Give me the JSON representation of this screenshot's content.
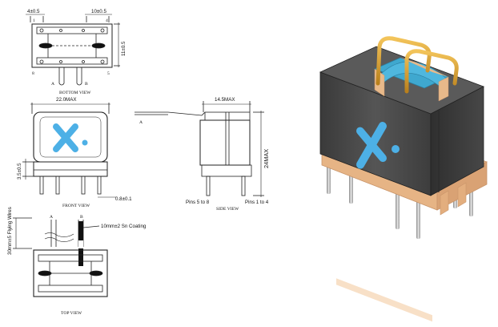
{
  "views": {
    "bottom_view": {
      "caption": "BOTTOM VIEW",
      "dim_left": "4±0.5",
      "dim_right": "10±0.5",
      "dim_height": "11±0.5",
      "pin_labels": [
        "1",
        "4",
        "8",
        "5"
      ],
      "lead_labels": [
        "A",
        "B"
      ]
    },
    "front_view": {
      "caption": "FRONT VIEW",
      "dim_width": "22.0MAX",
      "dim_height": "3.5±0.5",
      "dim_pin": "0.8±0.1"
    },
    "side_view": {
      "caption": "SIDE VIEW",
      "dim_width": "14.5MAX",
      "dim_height": "24MAX",
      "lead_label": "A",
      "pin_note_left": "Pins 5 to 8",
      "pin_note_right": "Pins 1 to 4"
    },
    "top_view": {
      "caption": "TOP VIEW",
      "wire_note": "30mm±5 Flying Wires",
      "coating_note": "10mm±2 Sn Coating",
      "lead_labels": [
        "A",
        "B"
      ]
    }
  },
  "colors": {
    "logo": "#4db0e6",
    "core": "#4a4a4a",
    "base": "#e8b98a",
    "copper": "#d9a334",
    "tape": "#3fa8cf"
  },
  "icons": [
    "x-logo-icon"
  ]
}
